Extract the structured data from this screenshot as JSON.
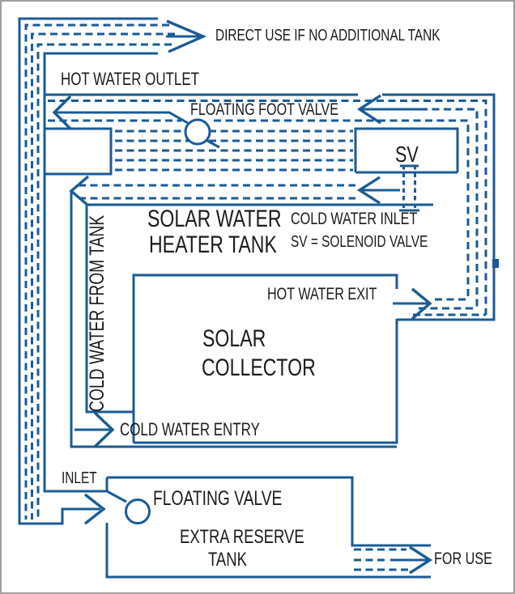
{
  "diagram": {
    "title_context": "Solar water heater system diagram",
    "colors": {
      "line": "#1a5b96",
      "text": "#1c1c1c",
      "background": "#ffffff",
      "border": "#9e9e9e"
    },
    "labels": {
      "direct_use": "DIRECT USE IF NO ADDITIONAL TANK",
      "hot_water_outlet": "HOT WATER OUTLET",
      "floating_foot_valve": "FLOATING FOOT VALVE",
      "sv_valve": "SV",
      "heater_tank_line1": "SOLAR WATER",
      "heater_tank_line2": "HEATER TANK",
      "cold_water_inlet": "COLD WATER INLET",
      "sv_legend": "SV = SOLENOID VALVE",
      "cold_water_from_tank": "COLD WATER FROM TANK",
      "hot_water_exit": "HOT WATER EXIT",
      "collector_line1": "SOLAR",
      "collector_line2": "COLLECTOR",
      "cold_water_entry": "COLD WATER ENTRY",
      "inlet": "INLET",
      "floating_valve": "FLOATING VALVE",
      "reserve_tank_line1": "EXTRA RESERVE",
      "reserve_tank_line2": "TANK",
      "for_use": "FOR USE"
    }
  }
}
